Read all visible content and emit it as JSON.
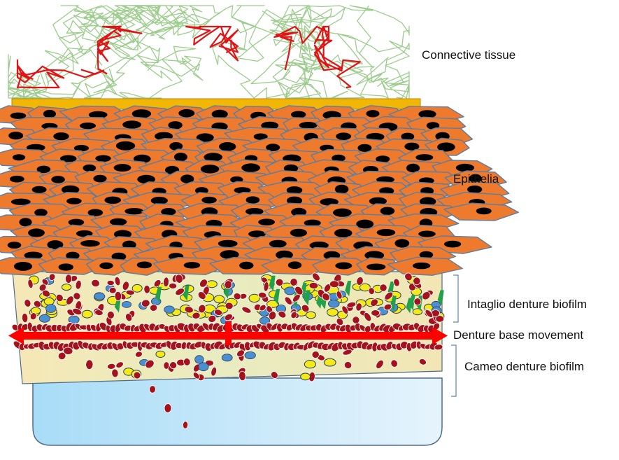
{
  "labels": {
    "connective_tissue": "Connective tissue",
    "epithelia": "Epithelia",
    "intaglio_biofilm": "Intaglio denture biofilm",
    "denture_base_movement": "Denture base movement",
    "cameo_biofilm": "Cameo denture biofilm"
  },
  "colors": {
    "collagen_fiber": "#9ccc8c",
    "blood_vessel": "#e01414",
    "basement_membrane": "#f2b705",
    "epithelial_cell": "#ee7a2e",
    "cell_outline": "#5b7da0",
    "nucleus": "#000000",
    "biofilm_matrix": "#ece3b8",
    "denture_base": "#cfe8f8",
    "red_microbe": "#a3131e",
    "yellow_microbe": "#f4ea18",
    "blue_microbe": "#4a8fd0",
    "green_microbe": "#22a04a",
    "movement_arrow": "#ff0000"
  }
}
